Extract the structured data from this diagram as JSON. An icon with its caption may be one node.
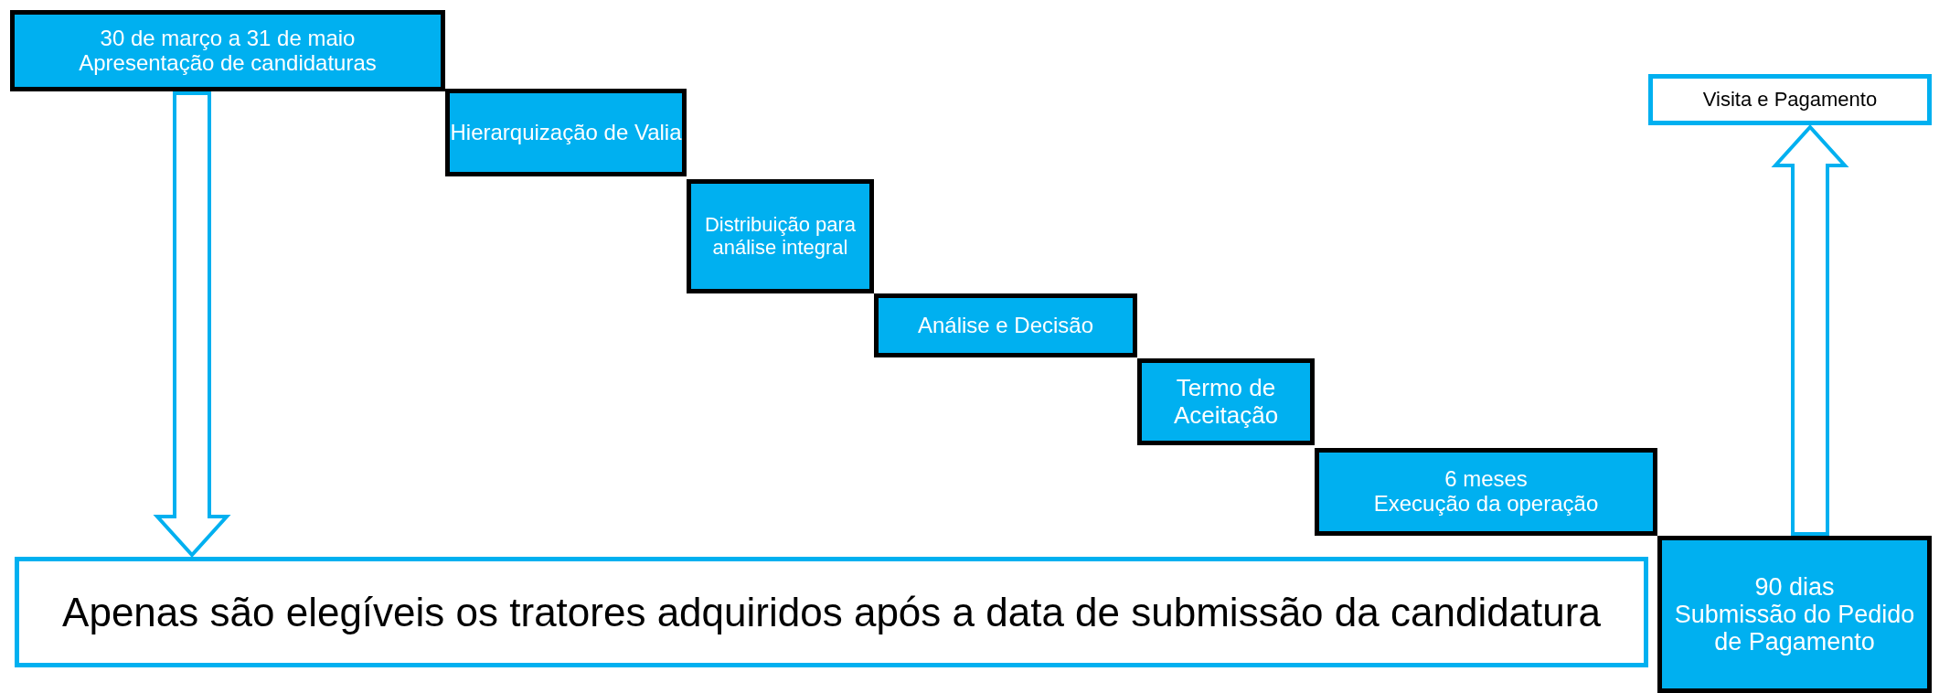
{
  "diagram": {
    "nodes": [
      {
        "text": [
          "30 de março a 31 de maio",
          "Apresentação de candidaturas"
        ]
      },
      {
        "text": [
          "Hierarquização de Valia"
        ]
      },
      {
        "text": [
          "Distribuição para análise integral"
        ]
      },
      {
        "text": [
          "Análise e Decisão"
        ]
      },
      {
        "text": [
          "Termo de Aceitação"
        ]
      },
      {
        "text": [
          "6 meses",
          "Execução da operação"
        ]
      },
      {
        "text": [
          "90 dias",
          "Submissão do Pedido de Pagamento"
        ]
      },
      {
        "text": [
          "Visita e Pagamento"
        ]
      },
      {
        "text": [
          "Apenas são elegíveis os tratores adquiridos após a data de submissão da candidatura"
        ]
      }
    ],
    "edges": [
      {
        "from": 0,
        "to": 8,
        "arrow": "to"
      },
      {
        "from": 6,
        "to": 7,
        "arrow": "to"
      }
    ]
  }
}
